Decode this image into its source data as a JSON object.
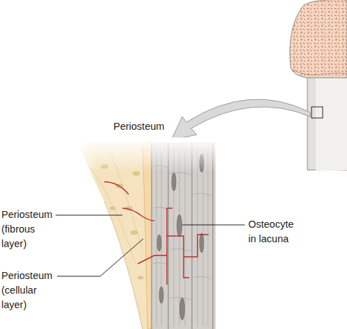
{
  "diagram": {
    "labels": [
      "Periosteum",
      "Periosteum (fibrous layer)",
      "Periosteum (cellular layer)",
      "Osteocyte in lacuna"
    ]
  }
}
